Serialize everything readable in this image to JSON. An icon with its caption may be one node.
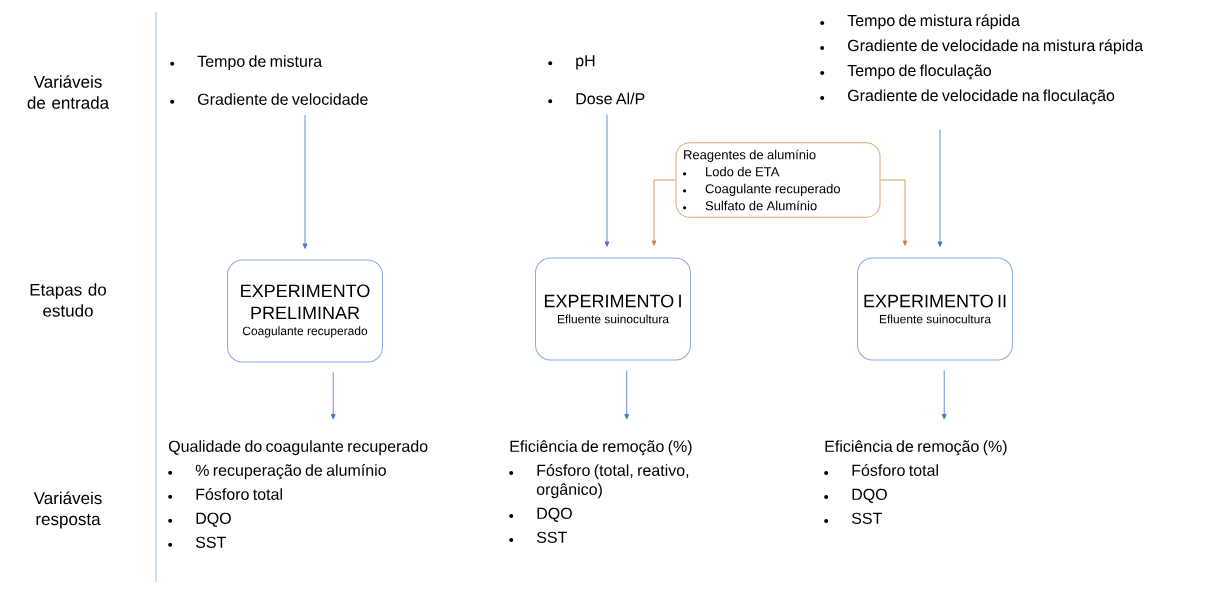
{
  "diagram": {
    "nodes": [
      {
        "text": [
          "Tempo de mistura",
          "Gradiente de velocidade"
        ]
      },
      {
        "text": [
          "pH",
          "Dose Al/P"
        ]
      },
      {
        "text": [
          "Tempo de mistura rápida",
          "Gradiente de velocidade na mistura rápida",
          "Tempo de floculação",
          "Gradiente de velocidade na floculação"
        ]
      },
      {
        "text": [
          "Reagentes de alumínio",
          "Lodo de ETA",
          "Coagulante recuperado",
          "Sulfato de Alumínio"
        ]
      },
      {
        "text": [
          "EXPERIMENTO PRELIMINAR",
          "Coagulante recuperado"
        ]
      },
      {
        "text": [
          "EXPERIMENTO I",
          "Efluente suinocultura"
        ]
      },
      {
        "text": [
          "EXPERIMENTO II",
          "Efluente suinocultura"
        ]
      },
      {
        "text": [
          "Qualidade do coagulante recuperado",
          "% recuperação de alumínio",
          "Fósforo total",
          "DQO",
          "SST"
        ]
      },
      {
        "text": [
          "Eficiência de remoção (%)",
          "Fósforo (total, reativo, orgânico)",
          "DQO",
          "SST"
        ]
      },
      {
        "text": [
          "Eficiência de remoção (%)",
          "Fósforo total",
          "DQO",
          "SST"
        ]
      }
    ],
    "edges": [
      {
        "from": 0,
        "to": 4,
        "arrow": "to"
      },
      {
        "from": 1,
        "to": 5,
        "arrow": "to"
      },
      {
        "from": 3,
        "to": 5,
        "arrow": "to",
        "color": "#c0874a"
      },
      {
        "from": 3,
        "to": 6,
        "arrow": "to",
        "color": "#c0874a"
      },
      {
        "from": 2,
        "to": 6,
        "arrow": "to"
      },
      {
        "from": 4,
        "to": 7,
        "arrow": "to"
      },
      {
        "from": 5,
        "to": 8,
        "arrow": "to"
      },
      {
        "from": 6,
        "to": 9,
        "arrow": "to"
      }
    ],
    "labels": [
      "Variáveis de entrada",
      "Etapas do estudo",
      "Variáveis resposta"
    ]
  }
}
